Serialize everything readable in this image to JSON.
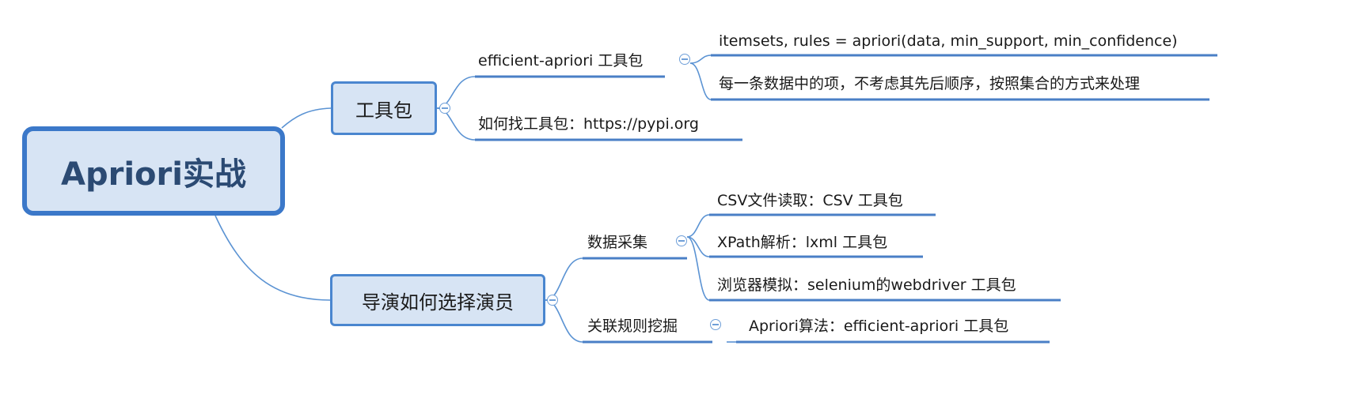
{
  "root": {
    "label": "Apriori实战"
  },
  "branches": [
    {
      "label": "工具包",
      "children": [
        {
          "label": "efficient-apriori 工具包",
          "children": [
            {
              "label": "itemsets, rules = apriori(data, min_support,  min_confidence)"
            },
            {
              "label": "每一条数据中的项，不考虑其先后顺序，按照集合的方式来处理"
            }
          ]
        },
        {
          "label": "如何找工具包：https://pypi.org"
        }
      ]
    },
    {
      "label": "导演如何选择演员",
      "children": [
        {
          "label": "数据采集",
          "children": [
            {
              "label": "CSV文件读取：CSV 工具包"
            },
            {
              "label": "XPath解析：lxml 工具包"
            },
            {
              "label": "浏览器模拟：selenium的webdriver 工具包"
            }
          ]
        },
        {
          "label": "关联规则挖掘",
          "children": [
            {
              "label": "Apriori算法：efficient-apriori 工具包"
            }
          ]
        }
      ]
    }
  ],
  "colors": {
    "line": "#5b93d3",
    "underline": "#4a7fc6",
    "box_fill": "#d7e4f4",
    "root_border": "#3b78c9"
  }
}
